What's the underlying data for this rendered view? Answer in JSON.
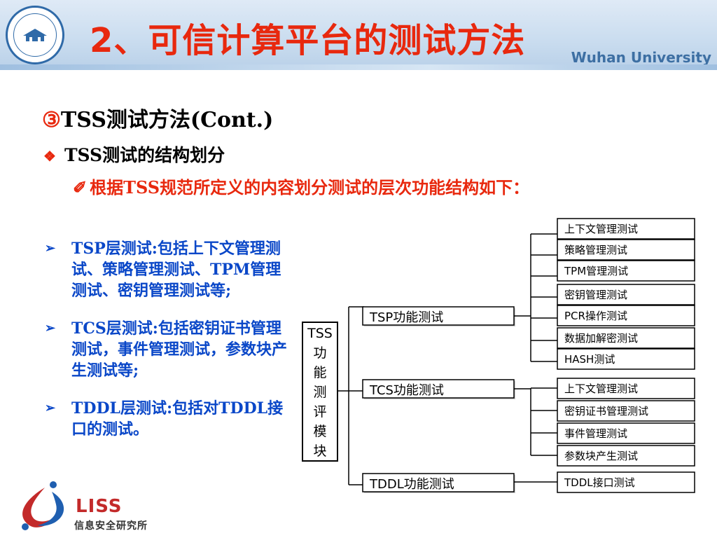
{
  "header": {
    "title": "2、可信计算平台的测试方法",
    "university": "Wuhan University",
    "logo_icon": "wuhan-university-seal-icon"
  },
  "content": {
    "level1": {
      "marker": "③",
      "text": "TSS测试方法(Cont.)"
    },
    "level2": {
      "marker": "❖",
      "text": "TSS测试的结构划分"
    },
    "level3": {
      "marker": "✐",
      "text": "根据TSS规范所定义的内容划分测试的层次功能结构如下："
    },
    "bullets": [
      {
        "marker": "➢",
        "text": "TSP层测试:包括上下文管理测试、策略管理测试、TPM管理测试、密钥管理测试等;"
      },
      {
        "marker": "➢",
        "text": "TCS层测试:包括密钥证书管理测试，事件管理测试，参数块产生测试等;"
      },
      {
        "marker": "➢",
        "text": "TDDL层测试:包括对TDDL接口的测试。"
      }
    ]
  },
  "diagram": {
    "root": "TSS功能测评模块",
    "root_chars": [
      "TSS",
      "功",
      "能",
      "测",
      "评",
      "模",
      "块"
    ],
    "modules": [
      {
        "name": "TSP功能测试",
        "tests": [
          "上下文管理测试",
          "策略管理测试",
          "TPM管理测试",
          "密钥管理测试",
          "PCR操作测试",
          "数据加解密测试",
          "HASH测试"
        ]
      },
      {
        "name": "TCS功能测试",
        "tests": [
          "上下文管理测试",
          "密钥证书管理测试",
          "事件管理测试",
          "参数块产生测试"
        ]
      },
      {
        "name": "TDDL功能测试",
        "tests": [
          "TDDL接口测试"
        ]
      }
    ]
  },
  "footer": {
    "brand": "LISS",
    "brand_sub": "信息安全研究所",
    "colors": {
      "red": "#c32a2a",
      "blue": "#1f5fb0"
    }
  },
  "colors": {
    "title": "#e8280e",
    "bullet": "#0a47c8",
    "header_bg": "#c9dcef"
  }
}
